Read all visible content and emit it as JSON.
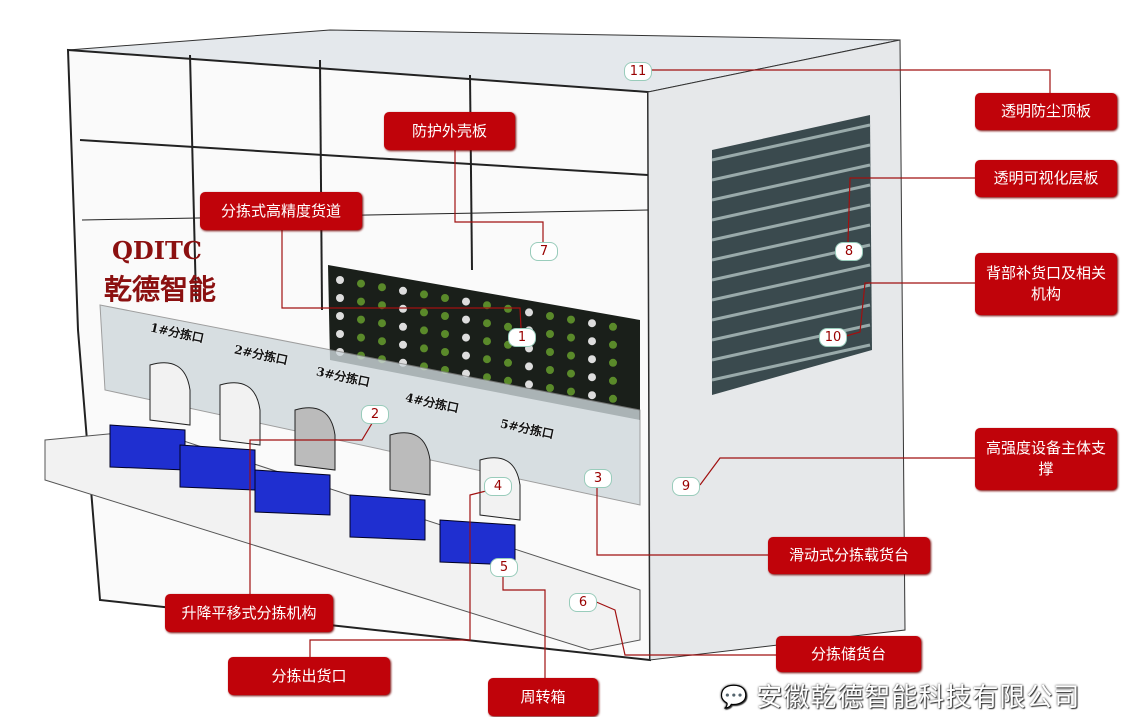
{
  "brand": {
    "en": "QDITC",
    "cn": "乾德智能"
  },
  "labels": {
    "top_panel": "透明防尘顶板",
    "shell": "防护外壳板",
    "shelf": "透明可视化层板",
    "lane": "分拣式高精度货道",
    "replenish": "背部补货口及相关机构",
    "support": "高强度设备主体支撑",
    "carrier": "滑动式分拣载货台",
    "lifter": "升降平移式分拣机构",
    "outlet": "分拣出货口",
    "tote": "周转箱",
    "storage": "分拣储货台"
  },
  "numbers": {
    "n1": "1",
    "n2": "2",
    "n3": "3",
    "n4": "4",
    "n5": "5",
    "n6": "6",
    "n7": "7",
    "n8": "8",
    "n9": "9",
    "n10": "10",
    "n11": "11"
  },
  "ports": [
    "1#分拣口",
    "2#分拣口",
    "3#分拣口",
    "4#分拣口",
    "5#分拣口"
  ],
  "watermark": "安徽乾德智能科技有限公司",
  "colors": {
    "label_bg": "#c0030a",
    "tote": "#1f2fd0",
    "leader": "#a01010"
  }
}
